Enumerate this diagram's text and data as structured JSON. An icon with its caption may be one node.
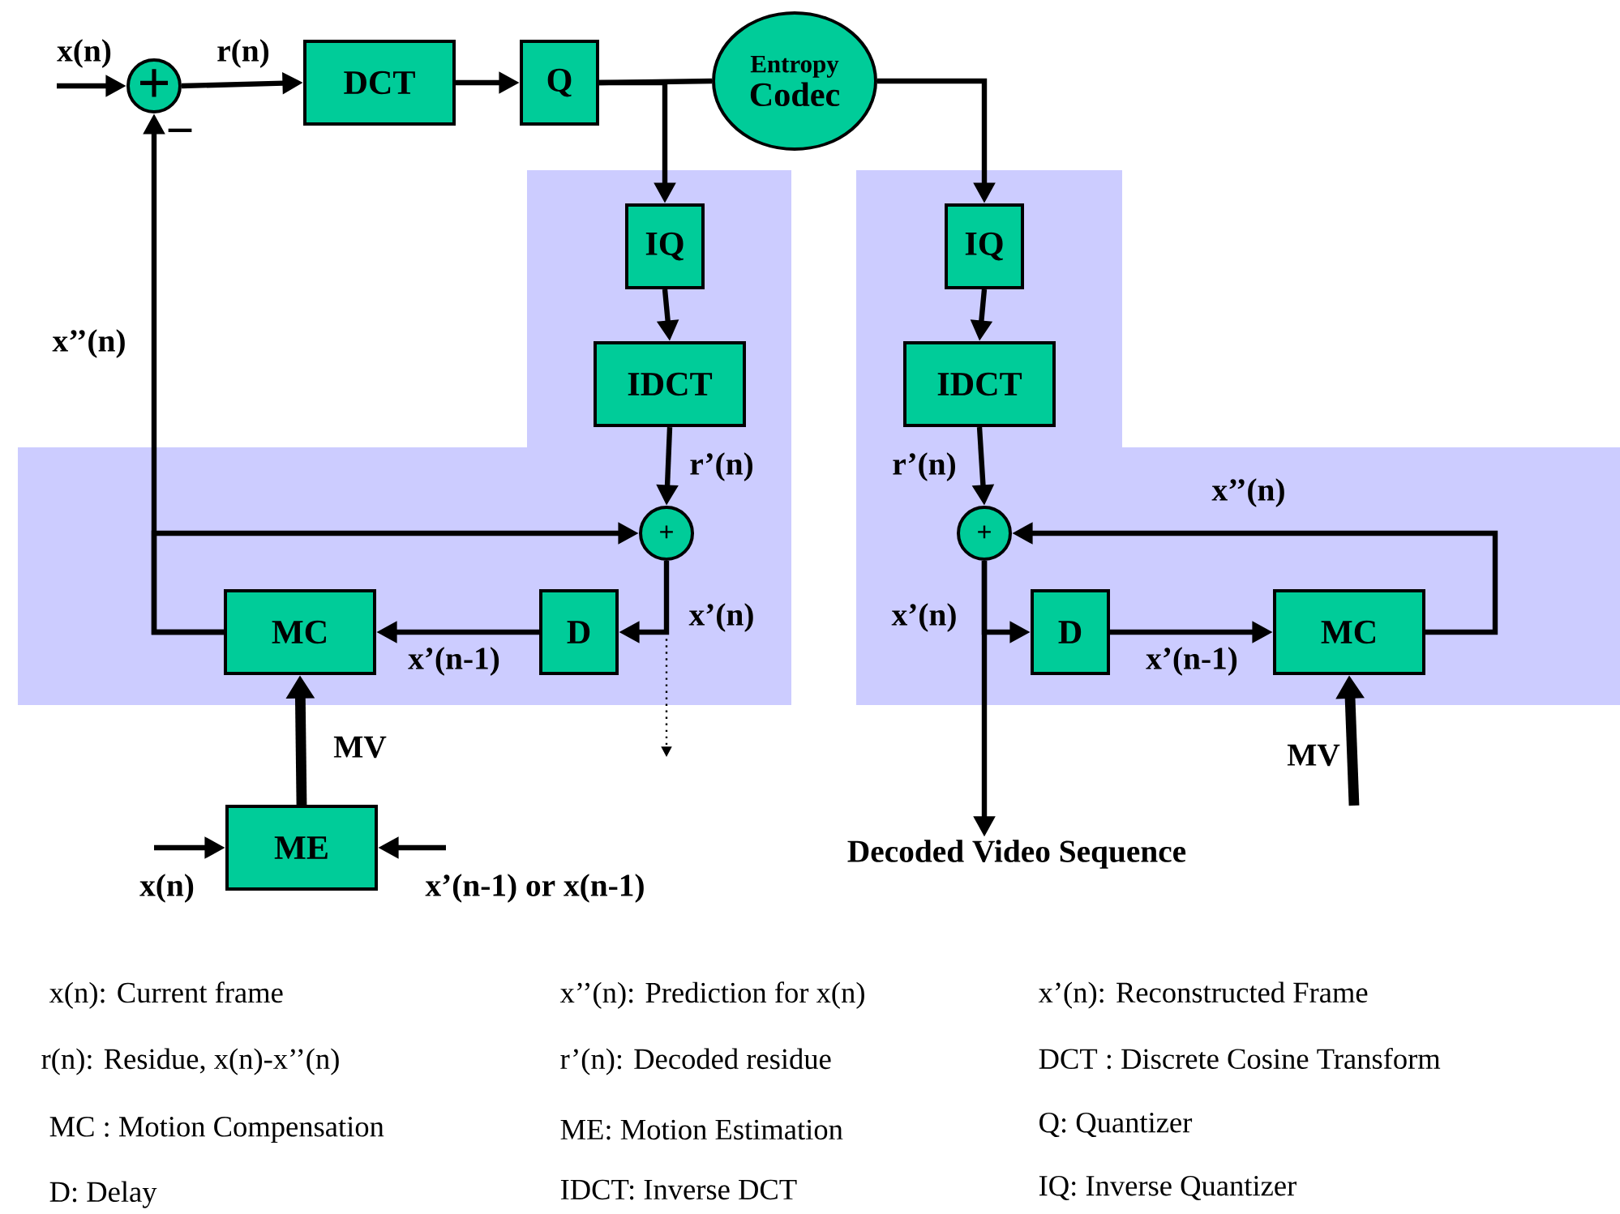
{
  "diagram": {
    "nodes": [
      {
        "text": [
          "+"
        ],
        "beside": [
          "−"
        ]
      },
      {
        "text": [
          "DCT"
        ]
      },
      {
        "text": [
          "Q"
        ]
      },
      {
        "text": [
          "Entropy",
          "Codec"
        ]
      },
      {
        "text": [
          "IQ"
        ]
      },
      {
        "text": [
          "IDCT"
        ]
      },
      {
        "text": [
          "+"
        ]
      },
      {
        "text": [
          "D"
        ]
      },
      {
        "text": [
          "MC"
        ]
      },
      {
        "text": [
          "ME"
        ]
      },
      {
        "text": [
          "IQ"
        ]
      },
      {
        "text": [
          "IDCT"
        ]
      },
      {
        "text": [
          "+"
        ]
      },
      {
        "text": [
          "D"
        ]
      },
      {
        "text": [
          "MC"
        ]
      },
      {
        "text": [
          "Decoded Video Sequence"
        ]
      }
    ],
    "edges": [
      {
        "from": null,
        "to": 0,
        "arrow": "to",
        "label": "x(n)"
      },
      {
        "from": 0,
        "to": 1,
        "arrow": "to",
        "label": "r(n)"
      },
      {
        "from": 1,
        "to": 2,
        "arrow": "to"
      },
      {
        "from": 2,
        "to": 3,
        "arrow": "none"
      },
      {
        "from": 2,
        "to": 4,
        "arrow": "to"
      },
      {
        "from": 3,
        "to": 10,
        "arrow": "to"
      },
      {
        "from": 4,
        "to": 5,
        "arrow": "to"
      },
      {
        "from": 5,
        "to": 6,
        "arrow": "to",
        "label": "r’(n)"
      },
      {
        "from": 6,
        "to": 7,
        "arrow": "to",
        "label": "x’(n)"
      },
      {
        "from": 6,
        "to": null,
        "arrow": "to",
        "style": "dashed"
      },
      {
        "from": 7,
        "to": 8,
        "arrow": "to",
        "label": "x’(n-1)"
      },
      {
        "from": 8,
        "to": 0,
        "arrow": "to",
        "label": "x’’(n)"
      },
      {
        "from": 8,
        "to": 6,
        "arrow": "to"
      },
      {
        "from": 9,
        "to": 8,
        "arrow": "to",
        "label": "MV",
        "style": "thick"
      },
      {
        "from": null,
        "to": 9,
        "arrow": "to",
        "label": "x(n)"
      },
      {
        "from": null,
        "to": 9,
        "arrow": "to",
        "label": "x’(n-1) or x(n-1)"
      },
      {
        "from": 10,
        "to": 11,
        "arrow": "to"
      },
      {
        "from": 11,
        "to": 12,
        "arrow": "to",
        "label": "r’(n)"
      },
      {
        "from": 12,
        "to": 13,
        "arrow": "to",
        "label": "x’(n)"
      },
      {
        "from": 12,
        "to": 15,
        "arrow": "to"
      },
      {
        "from": 13,
        "to": 14,
        "arrow": "to",
        "label": "x’(n-1)"
      },
      {
        "from": 14,
        "to": 12,
        "arrow": "to",
        "label": "x’’(n)"
      },
      {
        "from": null,
        "to": 14,
        "arrow": "to",
        "label": "MV",
        "style": "thick"
      }
    ],
    "labels": [
      "x(n): Current frame",
      "x’’(n): Prediction for x(n)",
      "x’(n): Reconstructed Frame",
      "r(n): Residue, x(n)-x’’(n)",
      "r’(n): Decoded residue",
      "DCT : Discrete Cosine Transform",
      "MC : Motion Compensation",
      "ME: Motion Estimation",
      "Q: Quantizer",
      "D: Delay",
      "IDCT: Inverse DCT",
      "IQ: Inverse Quantizer"
    ]
  }
}
